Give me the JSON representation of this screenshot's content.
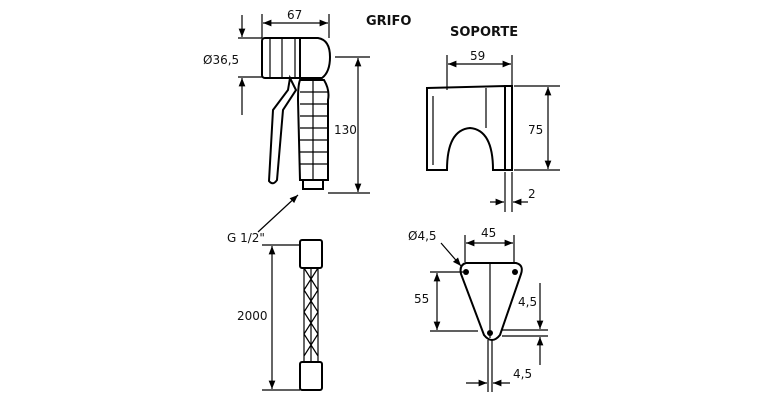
{
  "titles": {
    "grifo": "GRIFO",
    "soporte": "SOPORTE"
  },
  "grifo": {
    "width": "67",
    "diameter": "Ø36,5",
    "height": "130",
    "thread": "G 1/2\""
  },
  "hose": {
    "length": "2000"
  },
  "soporte": {
    "width": "59",
    "height": "75",
    "thickness": "2"
  },
  "plate": {
    "hole_diameter": "Ø4,5",
    "hole_spacing": "45",
    "height": "55",
    "offset_vertical": "4,5",
    "offset_horizontal": "4,5"
  }
}
